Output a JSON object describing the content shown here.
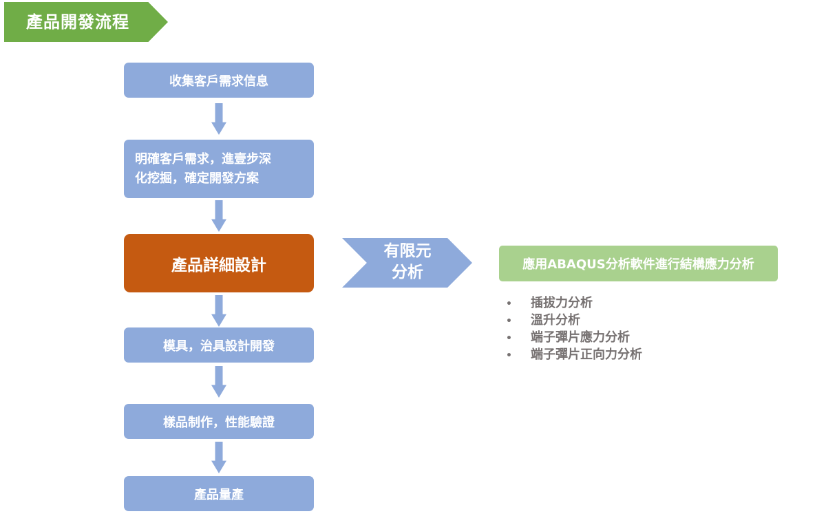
{
  "title": "產品開發流程",
  "steps": [
    {
      "label": "收集客戶需求信息"
    },
    {
      "line1": "明確客戶需求，進壹步深",
      "line2": "化挖掘，確定開發方案"
    },
    {
      "label": "產品詳細設計"
    },
    {
      "label": "模具，治具設計開發"
    },
    {
      "label": "樣品制作，性能驗證"
    },
    {
      "label": "產品量產"
    }
  ],
  "fea_chevron": {
    "line1": "有限元",
    "line2": "分析"
  },
  "abaqus_box": {
    "label": "應用ABAQUS分析軟件進行結構應力分析"
  },
  "analysis_items": [
    "插拔力分析",
    "溫升分析",
    "端子彈片應力分析",
    "端子彈片正向力分析"
  ],
  "colors": {
    "title_banner": "#70ad47",
    "step_box": "#8eaadb",
    "highlight_step": "#c55a11",
    "abaqus_box": "#a9d18e",
    "list_text": "#767171"
  }
}
